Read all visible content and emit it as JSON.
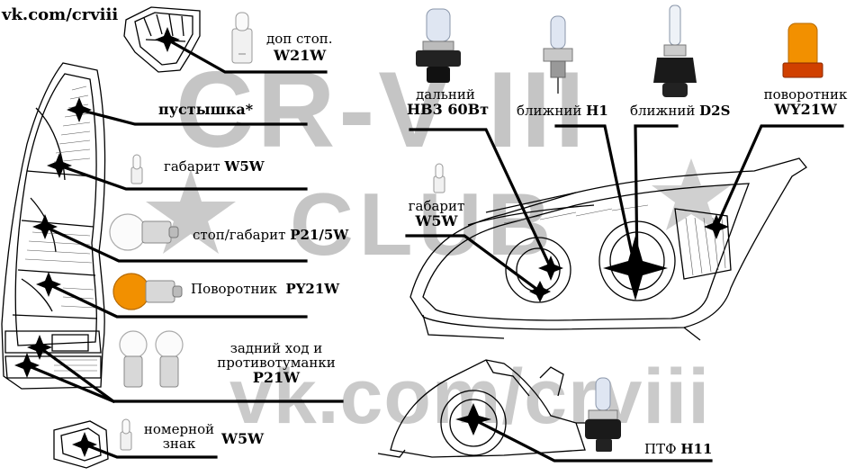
{
  "site_label": "vk.com/crviii",
  "watermark": {
    "line1": "CR-V III",
    "line2": "CLUB",
    "url": "vk.com/crviii"
  },
  "rear_lamp": {
    "dop_stop": {
      "name": "доп стоп.",
      "code": "W21W"
    },
    "pustyshka": {
      "name": "пустышка*"
    },
    "gabarit": {
      "name": "габарит",
      "code": "W5W"
    },
    "stop_gabarit": {
      "name": "стоп/габарит",
      "code": "P21/5W"
    },
    "povorotnik": {
      "name": "Поворотник",
      "code": "PY21W"
    },
    "reverse_fog": {
      "line1": "задний ход и",
      "line2": "противотуманки",
      "code": "P21W"
    },
    "nomernoy": {
      "line1": "номерной",
      "line2": "знак",
      "code": "W5W"
    }
  },
  "headlight": {
    "dalniy": {
      "name": "дальний",
      "code": "HB3 60Вт"
    },
    "blizhniy_h1": {
      "name": "ближний",
      "code": "H1"
    },
    "blizhniy_d2s": {
      "name": "ближний",
      "code": "D2S"
    },
    "povorotnik": {
      "name": "поворотник",
      "code": "WY21W"
    },
    "gabarit": {
      "name": "габарит",
      "code": "W5W"
    }
  },
  "fog": {
    "name": "ПТФ",
    "code": "H11"
  },
  "colors": {
    "line": "#000000",
    "amber": "#f29000",
    "watermark": "#969696"
  }
}
